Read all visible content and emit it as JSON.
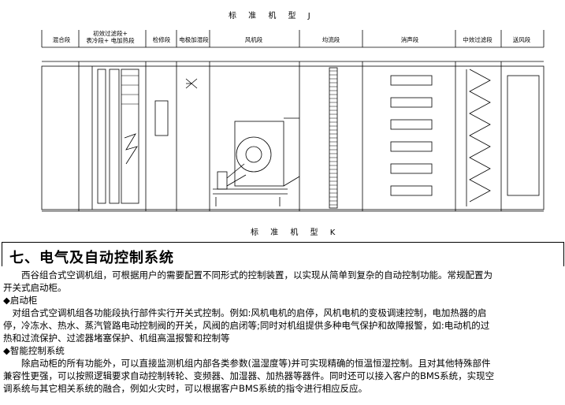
{
  "drawing": {
    "top_label": "标 准 机 型 J",
    "bottom_label": "标 准 机 型 K",
    "sections": [
      {
        "key": "mix",
        "lines": [
          "混合段"
        ]
      },
      {
        "key": "filter_coil",
        "lines": [
          "初效过滤段+",
          "表冷段+ 电加热段"
        ]
      },
      {
        "key": "inspect",
        "lines": [
          "检修段"
        ]
      },
      {
        "key": "humid",
        "lines": [
          "电极加湿段"
        ]
      },
      {
        "key": "fan",
        "lines": [
          "风机段"
        ]
      },
      {
        "key": "even",
        "lines": [
          "均流段"
        ]
      },
      {
        "key": "silencer",
        "lines": [
          "消声段"
        ]
      },
      {
        "key": "medfilter",
        "lines": [
          "中效过滤段"
        ]
      },
      {
        "key": "outlet",
        "lines": [
          "送风段"
        ]
      }
    ]
  },
  "section": {
    "heading": "七、电气及自动控制系统",
    "intro_1": "　　西谷组合式空调机组，可根据用户的需要配置不同形式的控制装置，以实现从简单到复杂的自动控制功能。常规配置为",
    "intro_2": "开关式启动柜。",
    "sub1_title": "◆启动柜",
    "sub1_1": "　对组合式空调机组各功能段执行部件实行开关式控制。例如:风机电机的启停，风机电机的变极调速控制，电加热器的启",
    "sub1_2": "停，冷冻水、热水、蒸汽管路电动控制阀的开关，风阀的启闭等;同时对机组提供多种电气保护和故障报警，如:电动机的过",
    "sub1_3": "热和过流保护、过滤器堵塞保护、机组高温报警和控制等",
    "sub2_title": "◆智能控制系统",
    "sub2_1": "　　除启动柜的所有功能外，可以直接监测机组内部各类参数(温湿度等)并可实现精确的恒温恒湿控制。且对其他特殊部件",
    "sub2_2": "兼容性更强，可以按照逻辑要求自动控制转轮、变频器、加湿器、加热器等器件。同时还可以接入客户的BMS系统，实现空",
    "sub2_3": "调系统与其它相关系统的融合，例如火灾时，可以根据客户BMS系统的指令进行相应反应。"
  }
}
